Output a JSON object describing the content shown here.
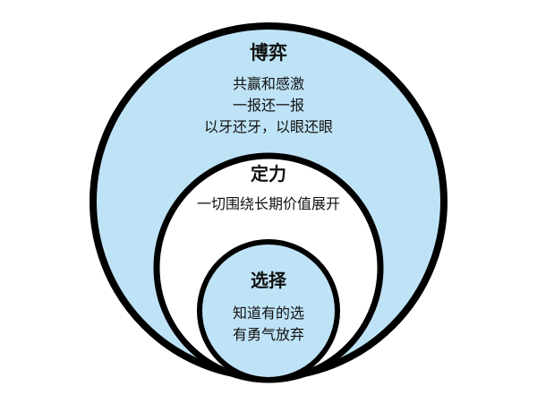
{
  "diagram": {
    "outer": {
      "title": "博弈",
      "lines": [
        "共赢和感激",
        "一报还一报",
        "以牙还牙，以眼还眼"
      ],
      "fill": "#bfe3f6",
      "stroke": "#000000"
    },
    "middle": {
      "title": "定力",
      "lines": [
        "一切围绕长期价值展开"
      ],
      "fill": "#ffffff",
      "stroke": "#000000"
    },
    "inner": {
      "title": "选择",
      "lines": [
        "知道有的选",
        "有勇气放弃"
      ],
      "fill": "#bfe3f6",
      "stroke": "#000000"
    }
  }
}
